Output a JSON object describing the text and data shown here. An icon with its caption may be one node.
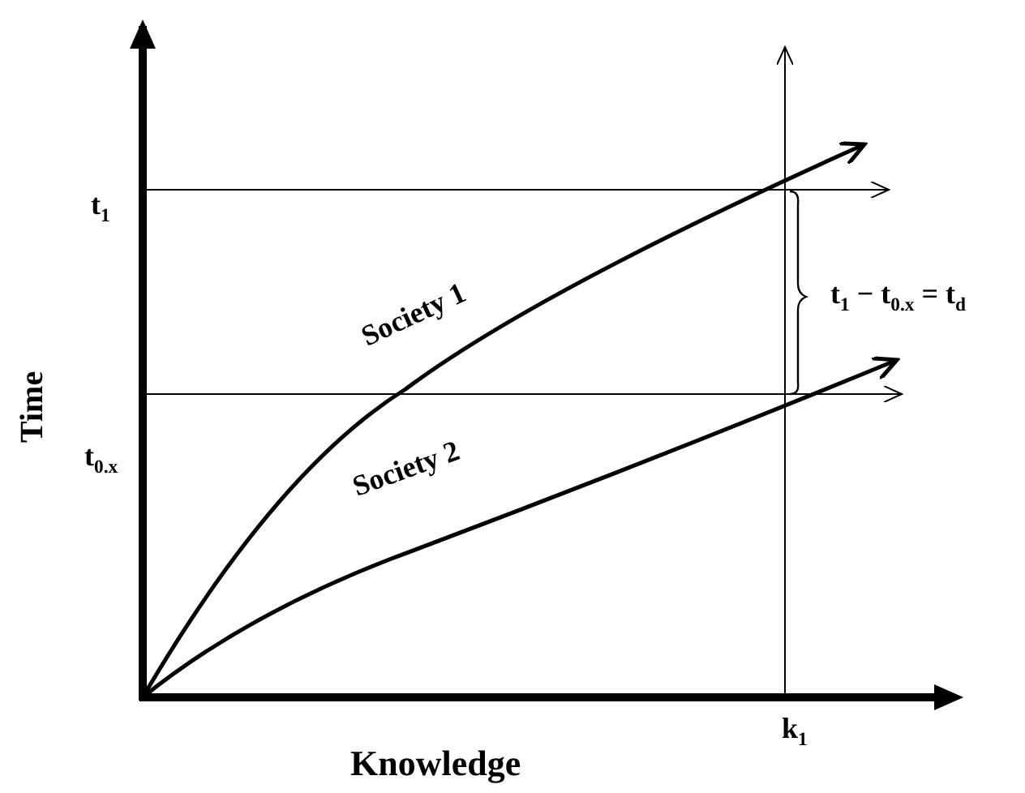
{
  "diagram": {
    "labels": [
      "t$_{1}$",
      "t$_{1}$ − t$_{0.x}$ = t$_{d}$",
      "Society 1",
      "Time",
      "t$_{0.x}$",
      "Society 2",
      "k$_{1}$",
      "Knowledge"
    ]
  }
}
